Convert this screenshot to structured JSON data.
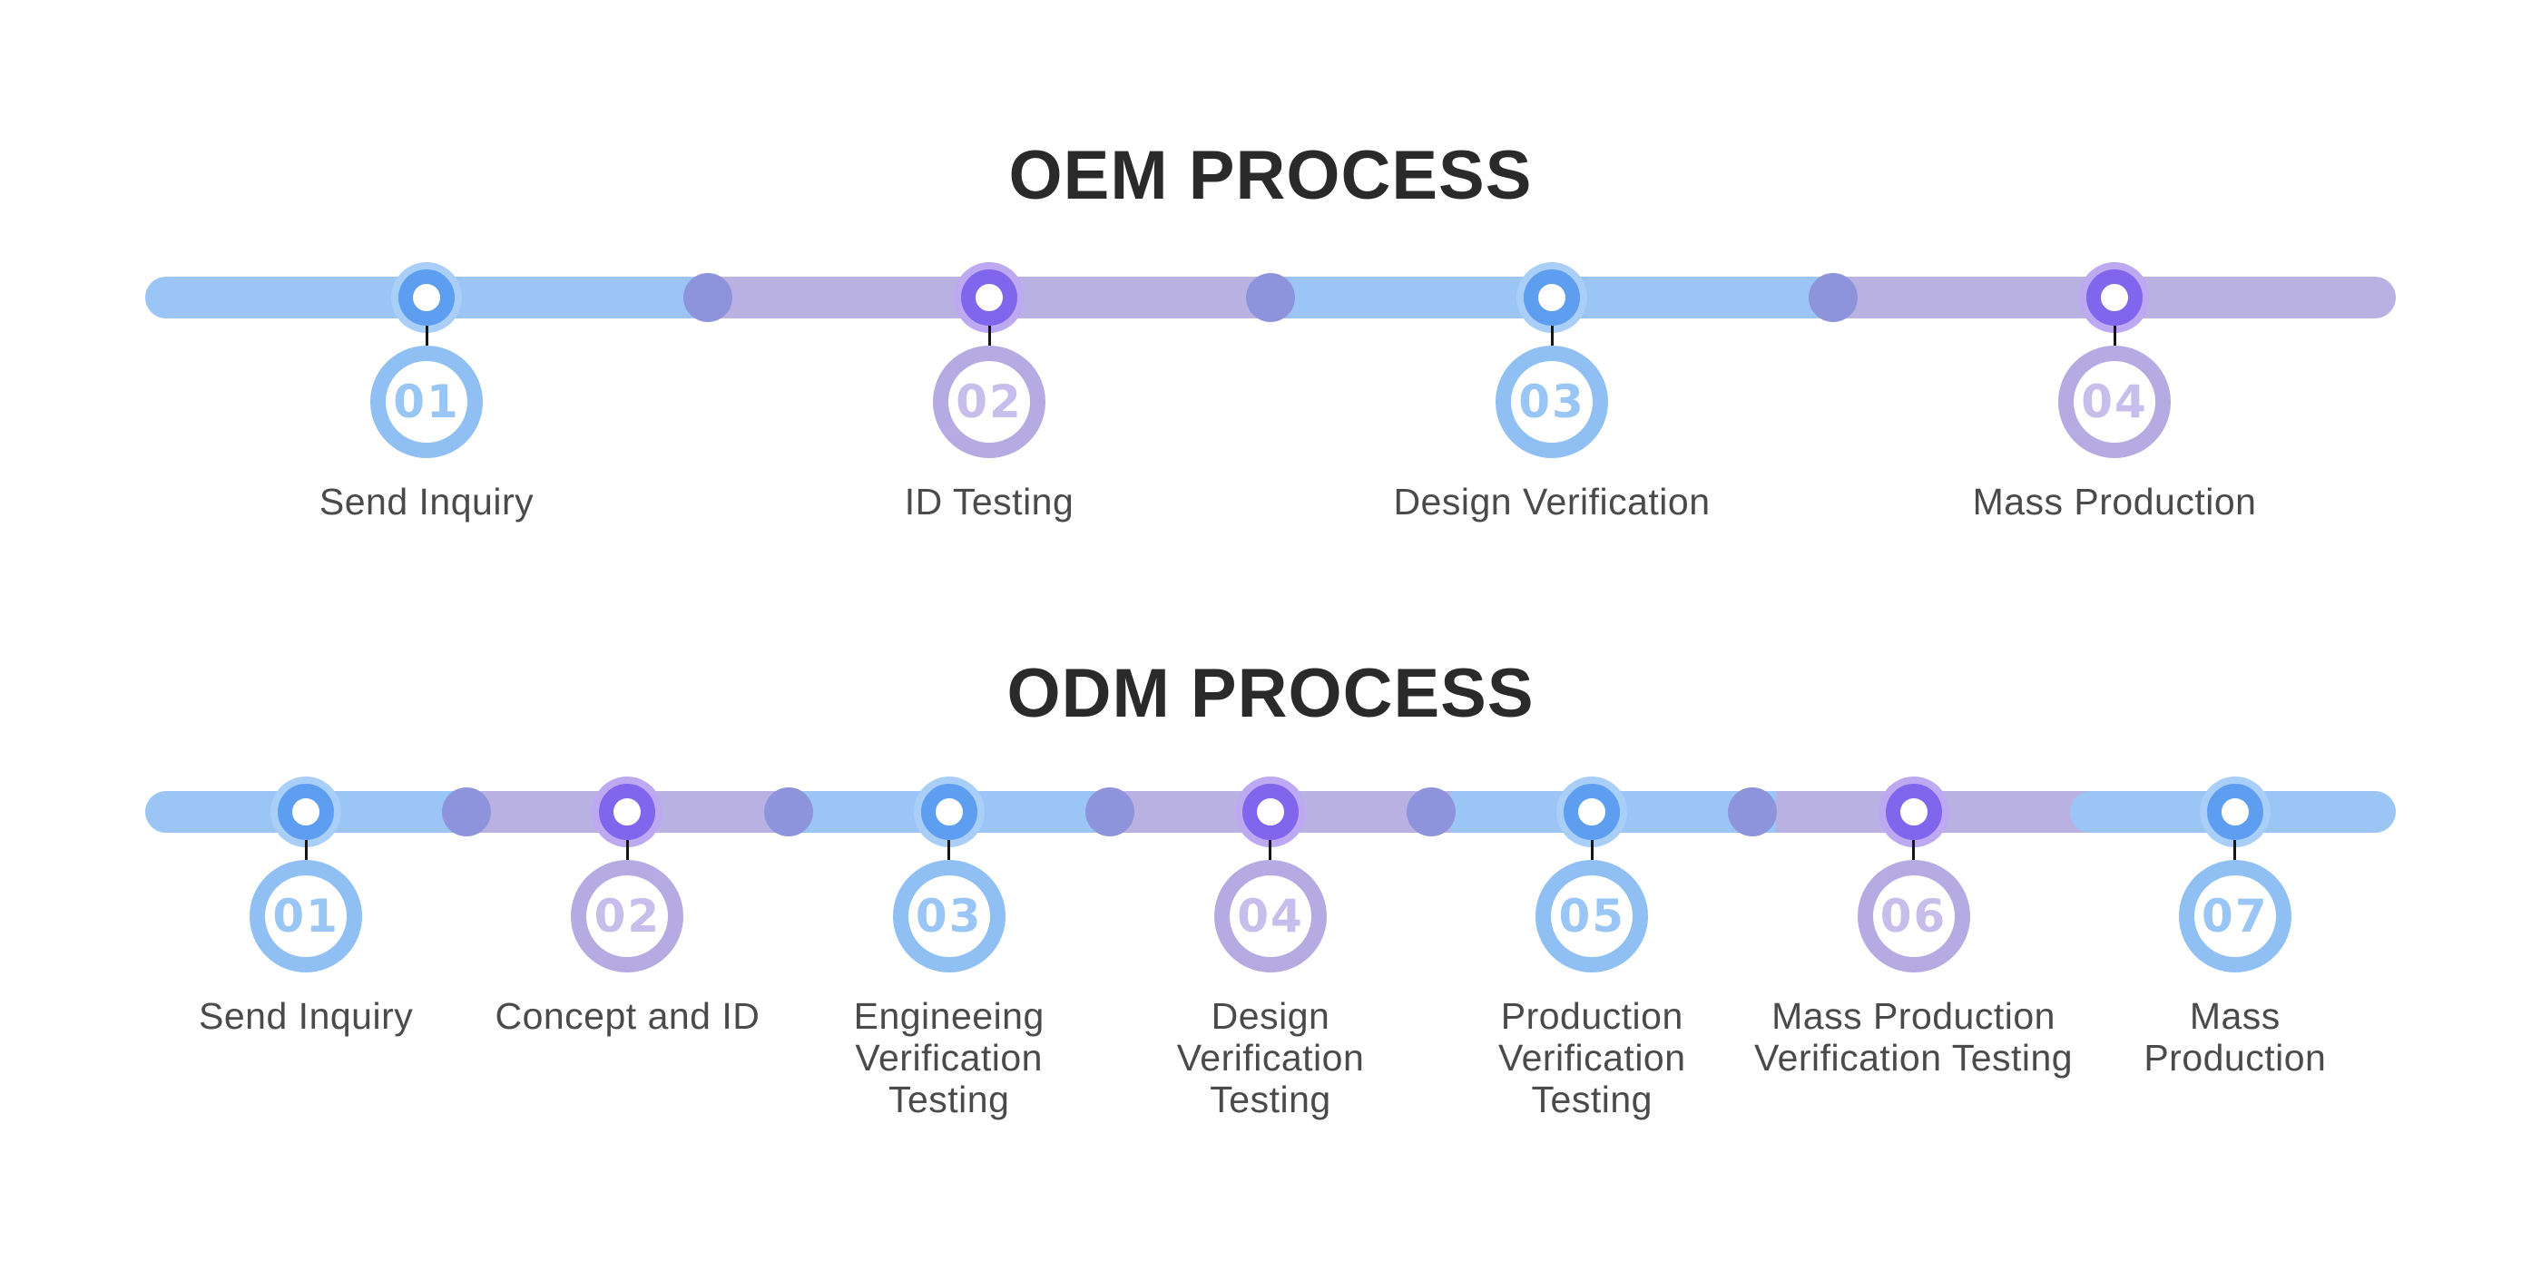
{
  "colors": {
    "background": "#ffffff",
    "title_text": "#2a2a2a",
    "label_text": "#4a4a4a",
    "connector": "#161616",
    "blue_bar": "#9bc5f5",
    "purple_bar": "#bab1e3",
    "separator_dot": "#8e94db",
    "blue_marker": "#5e9ef0",
    "purple_marker": "#7f66ec",
    "blue_halo": "#a9cef8",
    "purple_halo": "#bca9f1",
    "blue_ring": "#90c0f3",
    "purple_ring": "#b5abe2",
    "blue_number": "#9ac6f6",
    "purple_number": "#c7beeb"
  },
  "oem": {
    "title": "OEM PROCESS",
    "steps": [
      {
        "number": "01",
        "label": "Send Inquiry"
      },
      {
        "number": "02",
        "label": "ID Testing"
      },
      {
        "number": "03",
        "label": "Design Verification"
      },
      {
        "number": "04",
        "label": "Mass Production"
      }
    ]
  },
  "odm": {
    "title": "ODM PROCESS",
    "steps": [
      {
        "number": "01",
        "label": "Send Inquiry"
      },
      {
        "number": "02",
        "label": "Concept and ID"
      },
      {
        "number": "03",
        "label": "Engineeing\nVerification\nTesting"
      },
      {
        "number": "04",
        "label": "Design\nVerification\nTesting"
      },
      {
        "number": "05",
        "label": "Production\nVerification\nTesting"
      },
      {
        "number": "06",
        "label": "Mass Production\nVerification Testing"
      },
      {
        "number": "07",
        "label": "Mass\nProduction"
      }
    ]
  }
}
